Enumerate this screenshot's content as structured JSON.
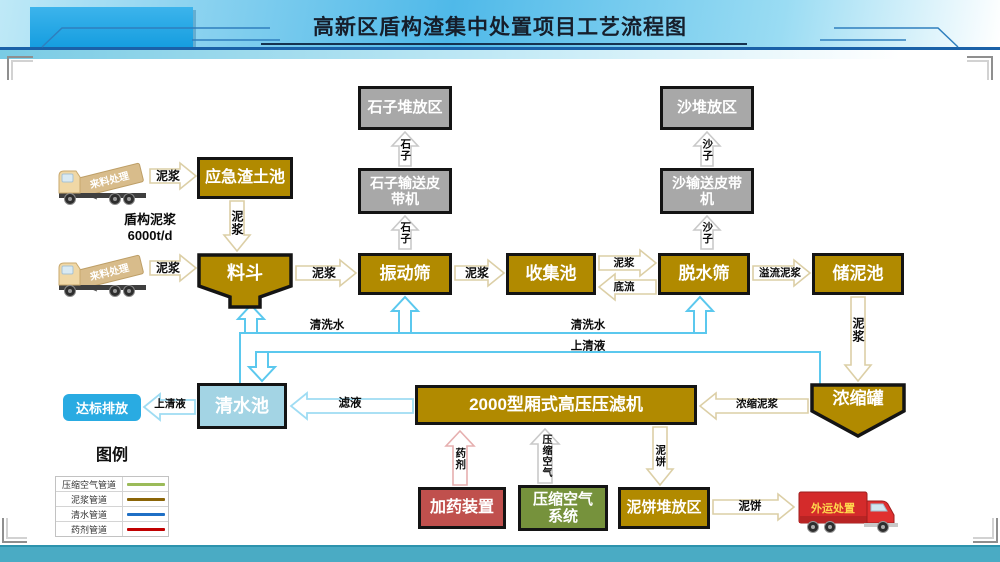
{
  "title": "高新区盾构渣集中处置项目工艺流程图",
  "nodes": {
    "stone_storage": "石子堆放区",
    "stone_conveyor": "石子输送皮带机",
    "sand_storage": "沙堆放区",
    "sand_conveyor": "沙输送皮带机",
    "emergency_pit": "应急渣土池",
    "hopper": "料斗",
    "vibrating_screen": "振动筛",
    "collection_pool": "收集池",
    "dewatering_screen": "脱水筛",
    "mud_storage_pool": "储泥池",
    "clear_water_pool": "清水池",
    "filter_press": "2000型厢式高压压滤机",
    "thickener": "浓缩罐",
    "dosing_device": "加药装置",
    "compressed_air_system": "压缩空气系统",
    "mud_cake_storage": "泥饼堆放区",
    "discharge_badge": "达标排放"
  },
  "trucks": {
    "inbound_top": "来料处理",
    "inbound_bottom": "来料处理",
    "outbound": "外运处置"
  },
  "annotations": {
    "feed_line1": "盾构泥浆",
    "feed_line2": "6000t/d",
    "legend_title": "图例"
  },
  "flows": {
    "truck1_slurry": "泥浆",
    "truck2_slurry": "泥浆",
    "pit_to_hopper": "泥浆",
    "hopper_to_screen": "泥浆",
    "screen_to_pool": "泥浆",
    "pool_to_dewater": "泥浆",
    "underflow": "底流",
    "overflow": "溢流泥浆",
    "mudpool_down": "泥浆",
    "stone_up": "石子",
    "stone_up2": "石子",
    "sand_up": "沙子",
    "sand_up2": "沙子",
    "wash_water_left": "清洗水",
    "wash_water_right": "清洗水",
    "supernatant_long": "上清液",
    "supernatant_out": "上清液",
    "filtrate": "滤液",
    "concentrated": "浓缩泥浆",
    "chemical": "药剂",
    "compressed_air": "压缩空气",
    "cake_down": "泥饼",
    "cake_out": "泥饼"
  },
  "legend": {
    "items": [
      {
        "label": "压缩空气管道",
        "color": "#9BBB59"
      },
      {
        "label": "泥浆管道",
        "color": "#8B6508"
      },
      {
        "label": "清水管道",
        "color": "#1F6FC5"
      },
      {
        "label": "药剂管道",
        "color": "#C00000"
      }
    ]
  },
  "palette": {
    "process_gold": "#B18A00",
    "storage_gray": "#A8A8A8",
    "dosing_red": "#C0504D",
    "air_green": "#76923C",
    "water_fill": "#A3D4E4",
    "accent_blue": "#29ABE2",
    "header_blue": "#1FA3E8",
    "footer_teal": "#4AABC4"
  }
}
